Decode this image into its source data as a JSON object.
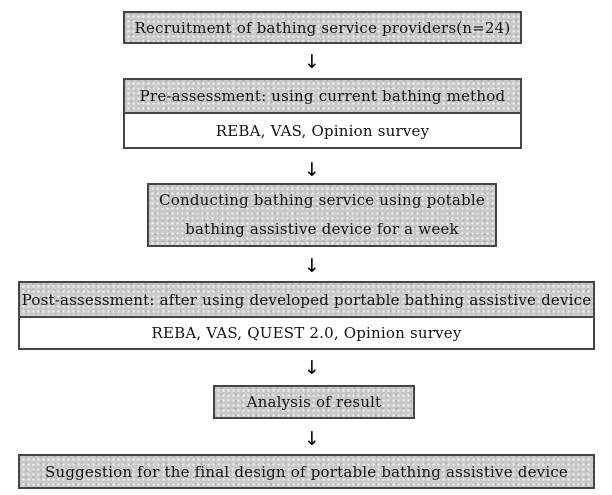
{
  "flowchart": {
    "arrow_glyph": "↓",
    "colors": {
      "box_fill": "#c9c9c9",
      "box_border": "#454545",
      "detail_fill": "#ffffff",
      "text": "#111111",
      "canvas": "#ffffff"
    },
    "steps": [
      {
        "id": "recruitment",
        "label": "Recruitment of bathing service providers(n=24)"
      },
      {
        "id": "pre-assessment",
        "label": "Pre-assessment: using current bathing method",
        "detail": "REBA, VAS, Opinion survey"
      },
      {
        "id": "conducting-service",
        "lines": [
          "Conducting bathing service using potable",
          "bathing assistive device for a week"
        ]
      },
      {
        "id": "post-assessment",
        "label": "Post-assessment: after using developed portable bathing assistive device",
        "detail": "REBA, VAS, QUEST 2.0, Opinion survey"
      },
      {
        "id": "analysis",
        "label": "Analysis of result"
      },
      {
        "id": "suggestion",
        "label": "Suggestion for the final design of portable bathing assistive device"
      }
    ]
  }
}
